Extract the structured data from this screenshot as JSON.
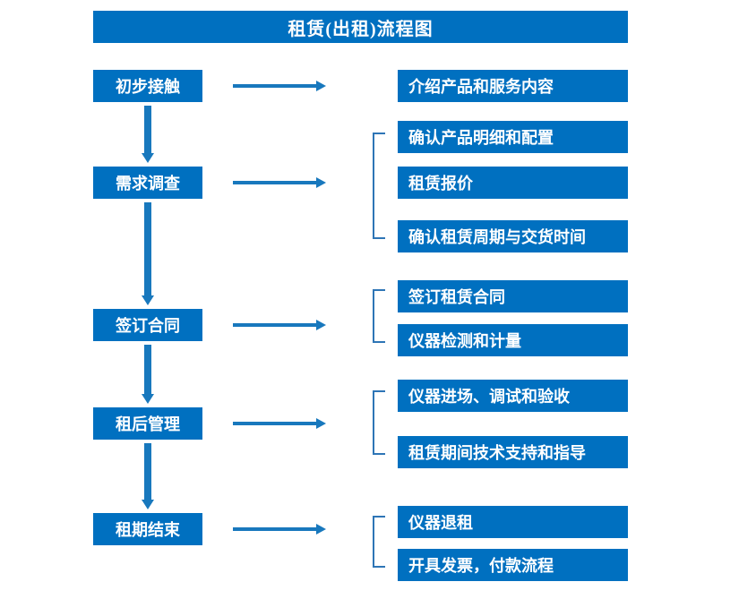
{
  "title": "租赁(出租)流程图",
  "colors": {
    "box_fill": "#0070c0",
    "box_text": "#ffffff",
    "arrow": "#1878bd",
    "bracket": "#2e75b6",
    "background": "#ffffff"
  },
  "flow": {
    "stages": [
      {
        "label": "初步接触"
      },
      {
        "label": "需求调查"
      },
      {
        "label": "签订合同"
      },
      {
        "label": "租后管理"
      },
      {
        "label": "租期结束"
      }
    ],
    "details": [
      {
        "label": "介绍产品和服务内容"
      },
      {
        "label": "确认产品明细和配置"
      },
      {
        "label": "租赁报价"
      },
      {
        "label": "确认租赁周期与交货时间"
      },
      {
        "label": "签订租赁合同"
      },
      {
        "label": "仪器检测和计量"
      },
      {
        "label": "仪器进场、调试和验收"
      },
      {
        "label": "租赁期间技术支持和指导"
      },
      {
        "label": "仪器退租"
      },
      {
        "label": "开具发票，付款流程"
      }
    ],
    "connectors": {
      "vertical_arrows": 4,
      "horizontal_arrows": 5,
      "group_brackets": 4
    }
  }
}
